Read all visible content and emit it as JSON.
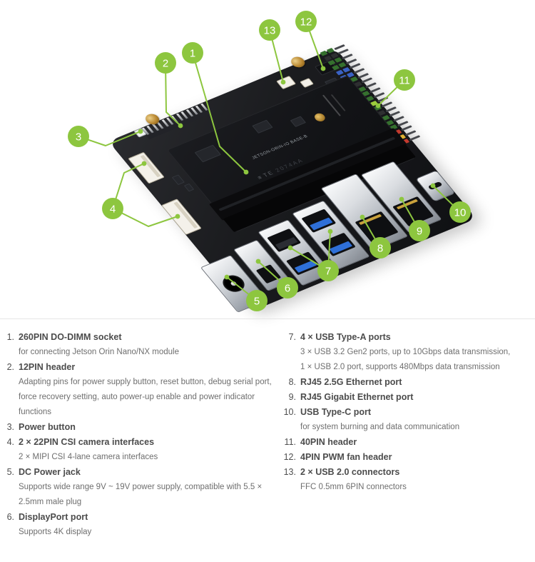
{
  "accent_color": "#8dc63f",
  "board": {
    "module_label": "JETSON-ORIN-IO BASE-B",
    "socket_brand": "TE",
    "socket_mark": "2074AA",
    "te_logo_glyph": "≡",
    "header40_colors": [
      "#35702e",
      "#2e2f31",
      "#35702e",
      "#35702e",
      "#3a62c4",
      "#3a62c4",
      "#35702e",
      "#2e2f31",
      "#35702e",
      "#35702e",
      "#35702e",
      "#9ccc3c",
      "#35702e",
      "#2e2f31",
      "#35702e",
      "#35702e",
      "#35702e",
      "#c43a2e",
      "#e0b234",
      "#c43a2e"
    ]
  },
  "callouts": [
    {
      "n": "1"
    },
    {
      "n": "2"
    },
    {
      "n": "3"
    },
    {
      "n": "4"
    },
    {
      "n": "5"
    },
    {
      "n": "6"
    },
    {
      "n": "7"
    },
    {
      "n": "8"
    },
    {
      "n": "9"
    },
    {
      "n": "10"
    },
    {
      "n": "11"
    },
    {
      "n": "12"
    },
    {
      "n": "13"
    }
  ],
  "legend": {
    "left": [
      {
        "num": "1.",
        "title": "260PIN DO-DIMM socket",
        "desc": [
          "for connecting Jetson Orin Nano/NX module"
        ]
      },
      {
        "num": "2.",
        "title": "12PIN header",
        "desc": [
          "Adapting pins for power supply button, reset button, debug serial port,",
          "force recovery setting, auto power-up enable and power indicator",
          "functions"
        ]
      },
      {
        "num": "3.",
        "title": "Power button",
        "desc": []
      },
      {
        "num": "4.",
        "title": "2 × 22PIN CSI camera interfaces",
        "desc": [
          "2 × MIPI CSI 4-lane camera interfaces"
        ]
      },
      {
        "num": "5.",
        "title": "DC Power jack",
        "desc": [
          "Supports wide range 9V ~ 19V power supply, compatible with 5.5 ×",
          "2.5mm male plug"
        ]
      },
      {
        "num": "6.",
        "title": "DisplayPort port",
        "desc": [
          "Supports 4K display"
        ]
      }
    ],
    "right": [
      {
        "num": "7.",
        "title": "4 × USB Type-A ports",
        "desc": [
          "3 × USB 3.2 Gen2 ports, up to 10Gbps data transmission,",
          "1 × USB 2.0 port, supports 480Mbps data transmission"
        ]
      },
      {
        "num": "8.",
        "title": "RJ45 2.5G Ethernet port",
        "desc": []
      },
      {
        "num": "9.",
        "title": "RJ45 Gigabit Ethernet port",
        "desc": []
      },
      {
        "num": "10.",
        "title": "USB Type-C port",
        "desc": [
          "for system burning and data communication"
        ]
      },
      {
        "num": "11.",
        "title": "40PIN header",
        "desc": []
      },
      {
        "num": "12.",
        "title": "4PIN PWM fan header",
        "desc": []
      },
      {
        "num": "13.",
        "title": "2 × USB 2.0 connectors",
        "desc": [
          "FFC 0.5mm 6PIN connectors"
        ]
      }
    ]
  }
}
